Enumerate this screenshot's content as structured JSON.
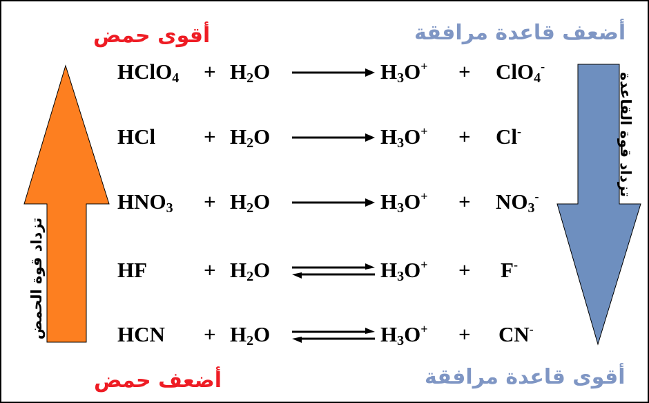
{
  "labels": {
    "strongest_acid": "أقوى حمض",
    "weakest_base": "أضعف قاعدة مرافقة",
    "weakest_acid": "أضعف حمض",
    "strongest_base": "أقوى قاعدة مرافقة",
    "acid_strength_increases": "تزداد قوة الحمض",
    "base_strength_increases": "تزداد قوة القاعدة"
  },
  "reactions": [
    {
      "acid": "HClO",
      "acid_sub": "4",
      "water": "H",
      "water_sub": "2",
      "water_end": "O",
      "arrow": "forward",
      "prod1": "H",
      "prod1_sub": "3",
      "prod1_mid": "O",
      "prod1_sup": "+",
      "base": "ClO",
      "base_sub": "4",
      "base_sup": "-"
    },
    {
      "acid": "HCl",
      "acid_sub": "",
      "water": "H",
      "water_sub": "2",
      "water_end": "O",
      "arrow": "forward",
      "prod1": "H",
      "prod1_sub": "3",
      "prod1_mid": "O",
      "prod1_sup": "+",
      "base": "Cl",
      "base_sub": "",
      "base_sup": "-"
    },
    {
      "acid": "HNO",
      "acid_sub": "3",
      "water": "H",
      "water_sub": "2",
      "water_end": "O",
      "arrow": "forward",
      "prod1": "H",
      "prod1_sub": "3",
      "prod1_mid": "O",
      "prod1_sup": "+",
      "base": "NO",
      "base_sub": "3",
      "base_sup": "-"
    },
    {
      "acid": "HF",
      "acid_sub": "",
      "water": "H",
      "water_sub": "2",
      "water_end": "O",
      "arrow": "equilibrium",
      "prod1": "H",
      "prod1_sub": "3",
      "prod1_mid": "O",
      "prod1_sup": "+",
      "base": "F",
      "base_sub": "",
      "base_sup": "-"
    },
    {
      "acid": "HCN",
      "acid_sub": "",
      "water": "H",
      "water_sub": "2",
      "water_end": "O",
      "arrow": "equilibrium",
      "prod1": "H",
      "prod1_sub": "3",
      "prod1_mid": "O",
      "prod1_sup": "+",
      "base": "CN",
      "base_sub": "",
      "base_sup": "-"
    }
  ],
  "plus": "+",
  "colors": {
    "acid_arrow": "#fd7f20",
    "base_arrow": "#6e8fbf",
    "red_text": "#ee1c24",
    "blue_text": "#7f96c4"
  },
  "icons": {
    "left_arrow": "orange-up-arrow",
    "right_arrow": "blue-down-arrow"
  }
}
